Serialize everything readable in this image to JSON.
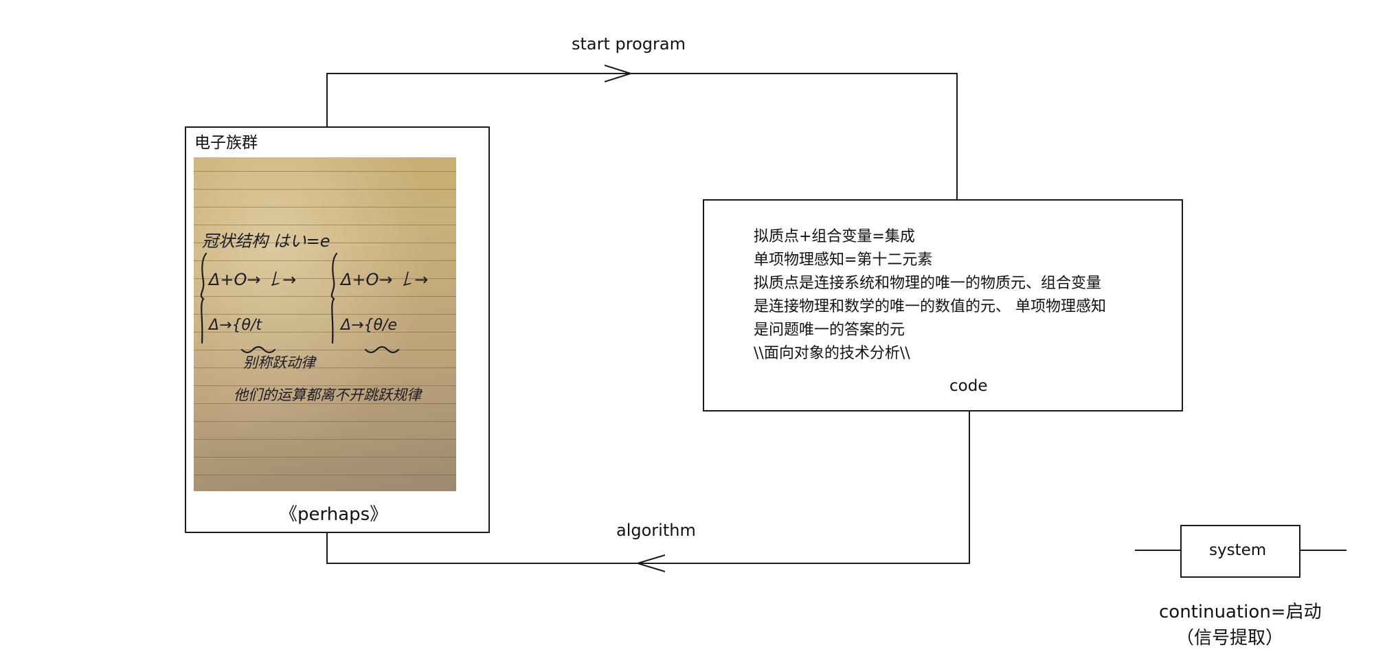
{
  "flow": {
    "top_label": "start program",
    "bottom_label": "algorithm"
  },
  "left_box": {
    "title": "电子族群",
    "caption": "《perhaps》",
    "handwriting": {
      "heading": "冠状结构 はい=e",
      "left_brace_line1": "Δ+O→ 𠄌→",
      "left_brace_line2": "Δ→{θ/t",
      "right_brace_line1": "Δ+O→ 𠄌→",
      "right_brace_line2": "Δ→{θ/e",
      "note1": "别称跃动律",
      "note2": "他们的运算都离不开跳跃规律"
    }
  },
  "code_box": {
    "lines": [
      "拟质点+组合变量=集成",
      "单项物理感知=第十二元素",
      "拟质点是连接系统和物理的唯一的物质元、组合变量",
      "是连接物理和数学的唯一的数值的元、 单项物理感知",
      "是问题唯一的答案的元",
      "\\\\面向对象的技术分析\\\\"
    ],
    "label": "code"
  },
  "system": {
    "label": "system",
    "caption_line1": "continuation=启动",
    "caption_line2": "（信号提取）"
  }
}
